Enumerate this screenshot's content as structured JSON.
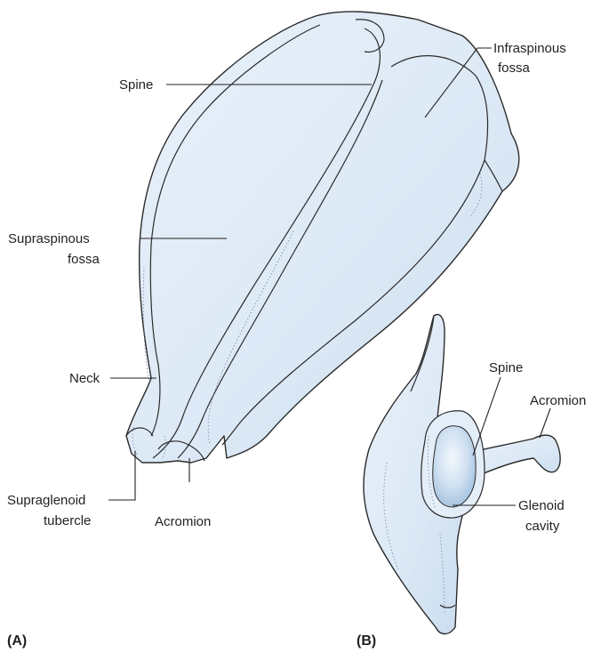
{
  "figure": {
    "panels": [
      {
        "id": "A",
        "label": "(A)",
        "annotations": {
          "spine": "Spine",
          "infraspinous_line1": "Infraspinous",
          "infraspinous_line2": "fossa",
          "supraspinous_line1": "Supraspinous",
          "supraspinous_line2": "fossa",
          "neck": "Neck",
          "supraglenoid_line1": "Supraglenoid",
          "supraglenoid_line2": "tubercle",
          "acromion": "Acromion"
        }
      },
      {
        "id": "B",
        "label": "(B)",
        "annotations": {
          "spine": "Spine",
          "acromion": "Acromion",
          "glenoid_line1": "Glenoid",
          "glenoid_line2": "cavity"
        }
      }
    ],
    "colors": {
      "bone_fill": "#dde9f6",
      "bone_shade": "#b9d0ea",
      "outline": "#2b2b2b",
      "text": "#231f20"
    }
  }
}
